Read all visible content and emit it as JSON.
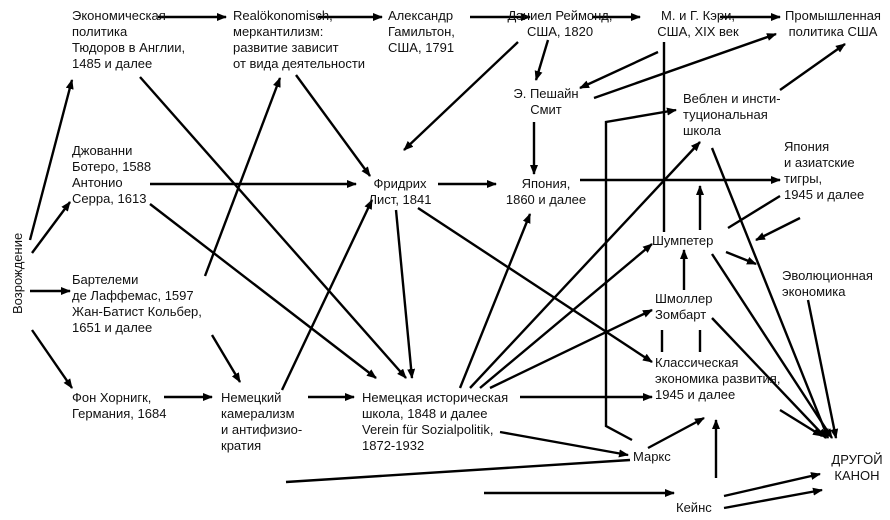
{
  "diagram": {
    "nodes": {
      "renaissance": [
        "Возрождение"
      ],
      "tudor": [
        "Экономическая",
        "политика",
        "Тюдоров в Англии,",
        "1485 и далее"
      ],
      "botero": [
        "Джованни",
        "Ботеро, 1588",
        "Антонио",
        "Серра, 1613"
      ],
      "laffemas": [
        "Бартелеми",
        "де Лаффемас, 1597",
        "Жан-Батист Кольбер,",
        "1651 и далее"
      ],
      "hornigk": [
        "Фон Хорнигк,",
        "Германия, 1684"
      ],
      "realokonomisch": [
        "Realökonomisch,",
        "меркантилизм:",
        "развитие зависит",
        "от вида деятельности"
      ],
      "cameralism": [
        "Немецкий",
        "камерализм",
        "и антифизио-",
        "кратия"
      ],
      "hamilton": [
        "Александр",
        "Гамильтон,",
        "США, 1791"
      ],
      "raymond": [
        "Дэниел Реймонд,",
        "США, 1820"
      ],
      "carey": [
        "М. и Г. Кэри,",
        "США, XIX век"
      ],
      "industrial_policy": [
        "Промышленная",
        "политика США"
      ],
      "peshine_smith": [
        "Э. Пешайн",
        "Смит"
      ],
      "list": [
        "Фридрих",
        "Лист, 1841"
      ],
      "japan": [
        "Япония,",
        "1860 и далее"
      ],
      "veblen": [
        "Веблен и инсти-",
        "туциональная",
        "школа"
      ],
      "japan_tigers": [
        "Япония",
        "и азиатские",
        "тигры,",
        "1945 и далее"
      ],
      "schumpeter": [
        "Шумпетер"
      ],
      "evolutionary": [
        "Эволюционная",
        "экономика"
      ],
      "schmoller": [
        "Шмоллер",
        "Зомбарт"
      ],
      "classical_dev": [
        "Классическая",
        "экономика развития,",
        "1945 и далее"
      ],
      "german_historical": [
        "Немецкая историческая",
        "школа, 1848 и далее",
        "Verein für Sozialpolitik,",
        "1872-1932"
      ],
      "marx": [
        "Маркс"
      ],
      "keynes": [
        "Кейнс"
      ],
      "other_canon": [
        "ДРУГОЙ",
        "КАНОН"
      ]
    },
    "stroke_color": "#000000",
    "text_color": "#111111"
  }
}
